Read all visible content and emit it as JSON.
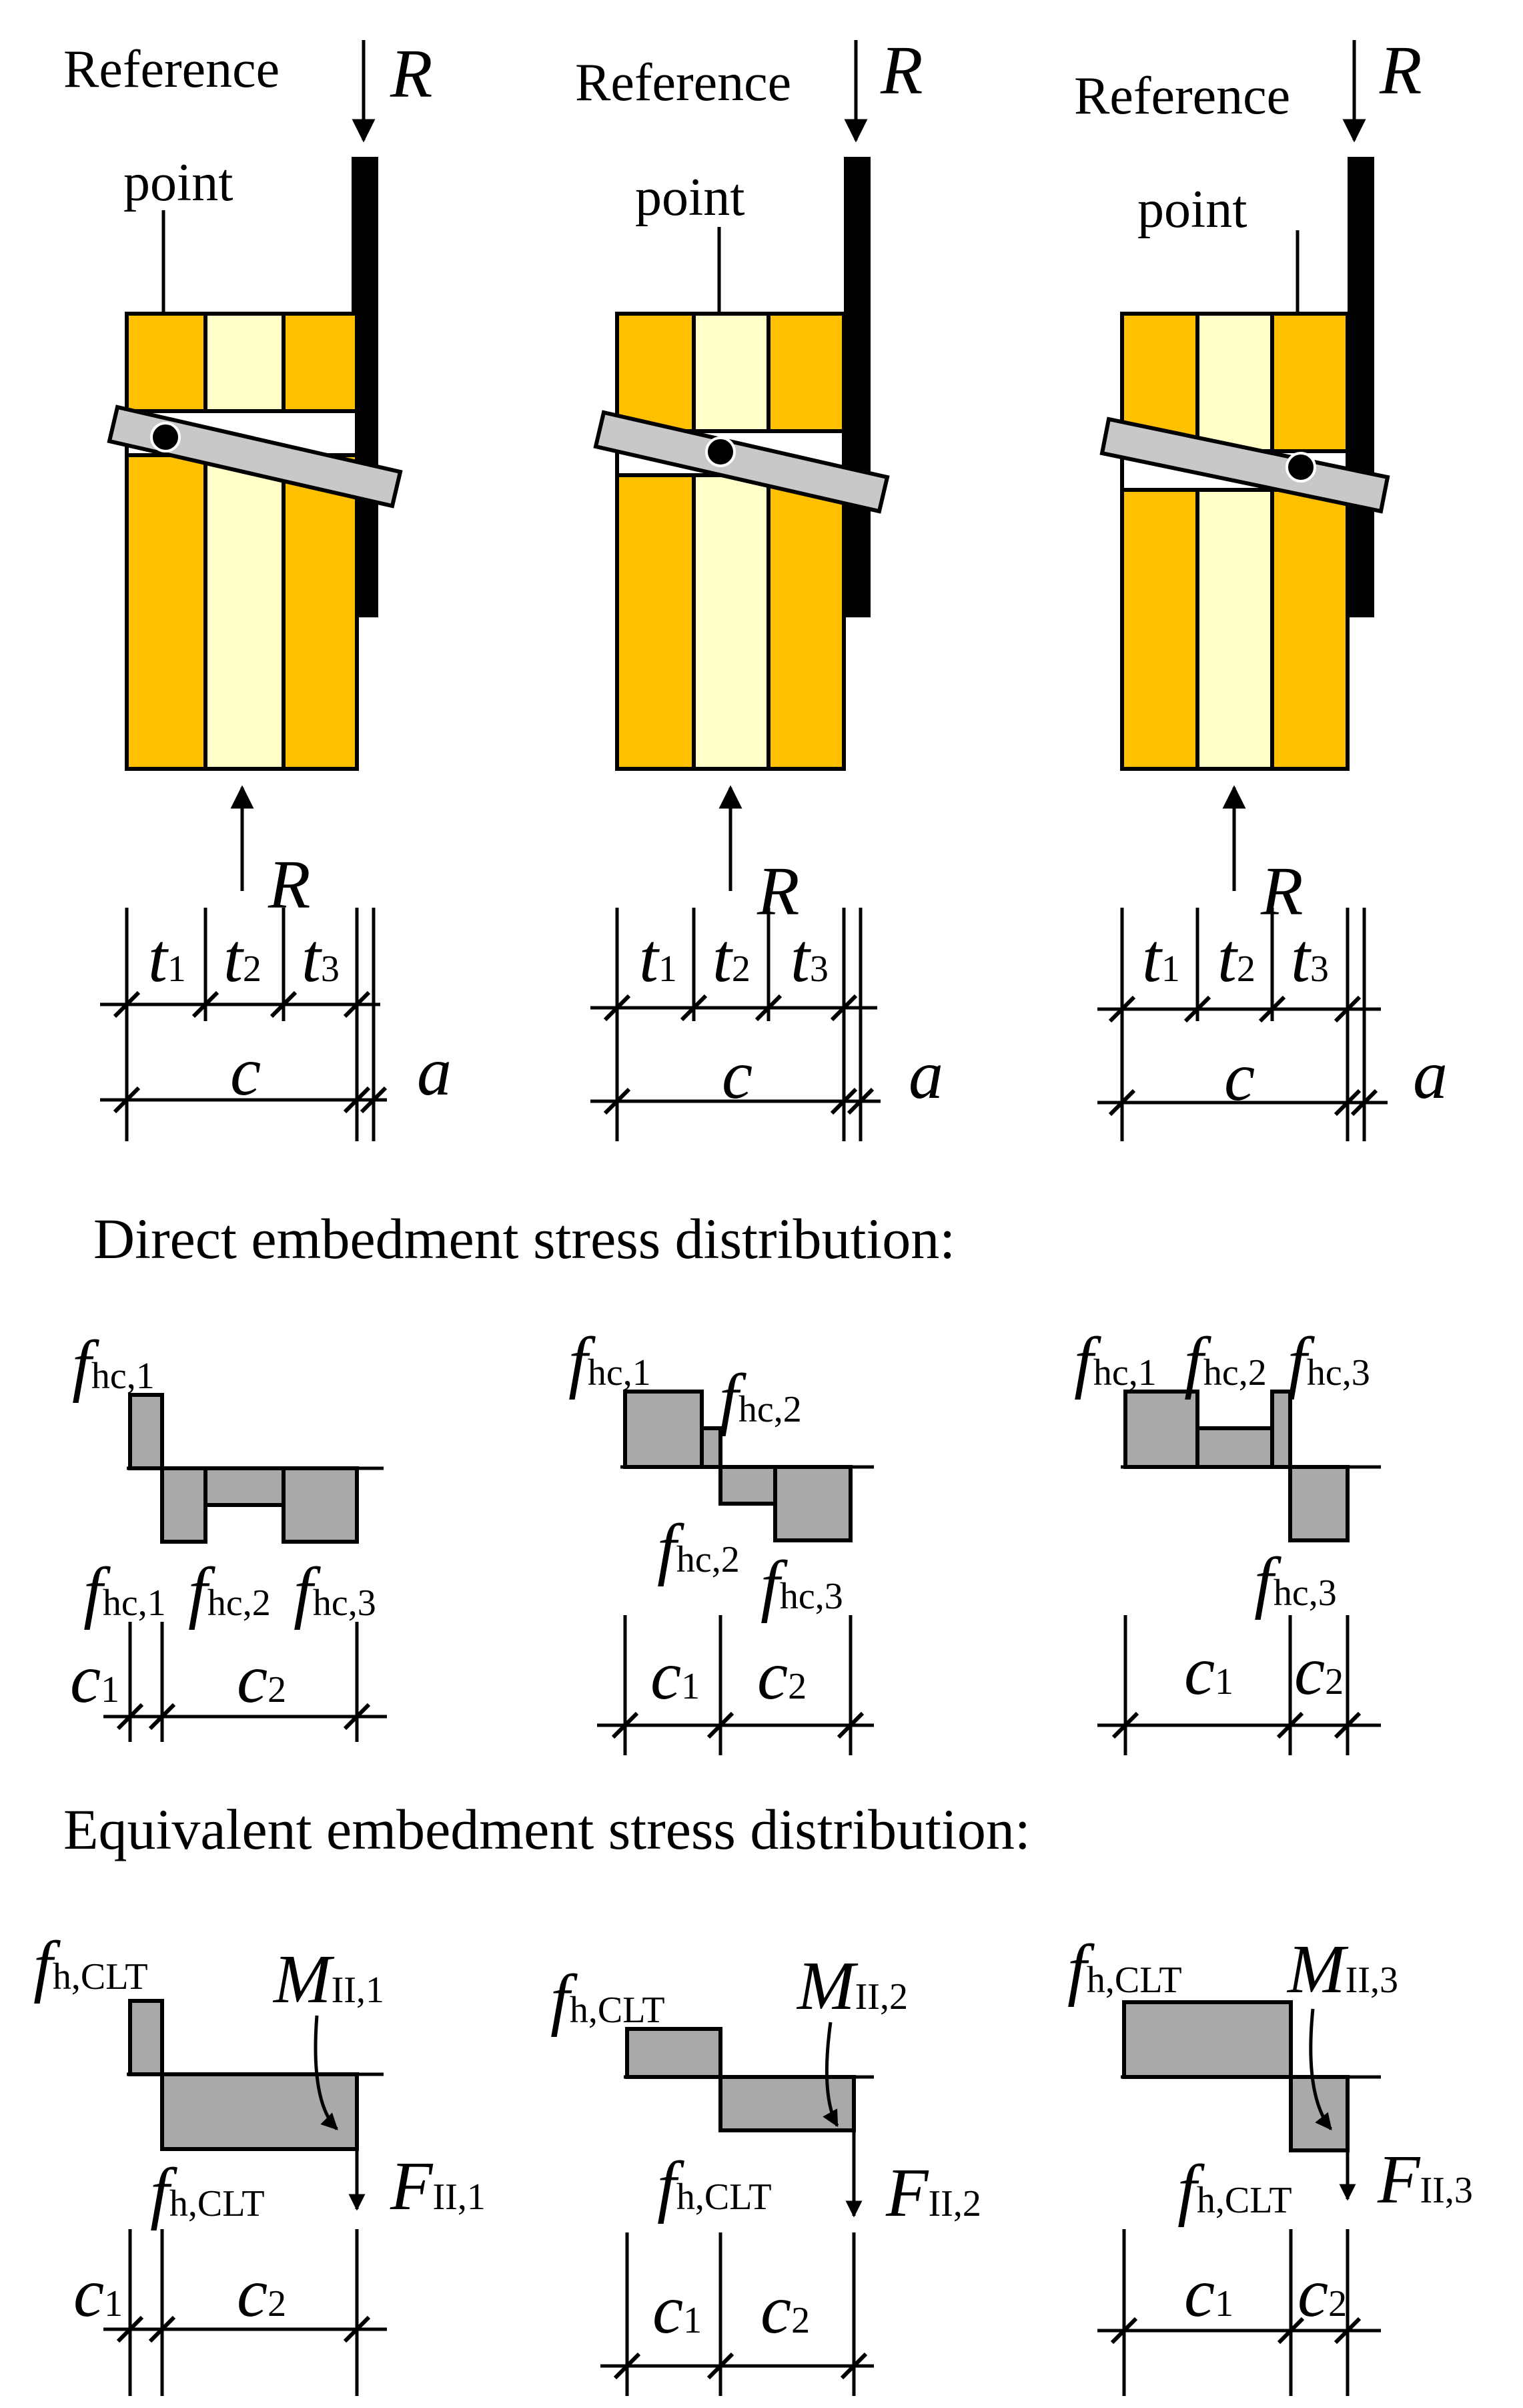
{
  "colors": {
    "outer_layer": "#ffc000",
    "inner_layer": "#ffffc8",
    "fastener": "#c8c8c8",
    "stress_block": "#a9a9a9",
    "steel_plate": "#000000"
  },
  "top": {
    "cases": [
      {
        "reference": "Reference",
        "point": "point",
        "load_top": "R",
        "load_bottom": "R",
        "dims": {
          "t1": "t",
          "t1_sub": "1",
          "t2": "t",
          "t2_sub": "2",
          "t3": "t",
          "t3_sub": "3",
          "c": "c",
          "a": "a"
        }
      },
      {
        "reference": "Reference",
        "point": "point",
        "load_top": "R",
        "load_bottom": "R",
        "dims": {
          "t1": "t",
          "t1_sub": "1",
          "t2": "t",
          "t2_sub": "2",
          "t3": "t",
          "t3_sub": "3",
          "c": "c",
          "a": "a"
        }
      },
      {
        "reference": "Reference",
        "point": "point",
        "load_top": "R",
        "load_bottom": "R",
        "dims": {
          "t1": "t",
          "t1_sub": "1",
          "t2": "t",
          "t2_sub": "2",
          "t3": "t",
          "t3_sub": "3",
          "c": "c",
          "a": "a"
        }
      }
    ]
  },
  "direct": {
    "heading": "Direct embedment stress distribution:",
    "case1": {
      "above": [
        {
          "main": "f",
          "sub": "hc,1"
        }
      ],
      "below": [
        {
          "main": "f",
          "sub": "hc,1"
        },
        {
          "main": "f",
          "sub": "hc,2"
        },
        {
          "main": "f",
          "sub": "hc,3"
        }
      ],
      "dims": {
        "c1": "c",
        "c1_sub": "1",
        "c2": "c",
        "c2_sub": "2"
      }
    },
    "case2": {
      "above": [
        {
          "main": "f",
          "sub": "hc,1"
        },
        {
          "main": "f",
          "sub": "hc,2"
        }
      ],
      "below": [
        {
          "main": "f",
          "sub": "hc,2"
        },
        {
          "main": "f",
          "sub": "hc,3"
        }
      ],
      "dims": {
        "c1": "c",
        "c1_sub": "1",
        "c2": "c",
        "c2_sub": "2"
      }
    },
    "case3": {
      "above": [
        {
          "main": "f",
          "sub": "hc,1"
        },
        {
          "main": "f",
          "sub": "hc,2"
        },
        {
          "main": "f",
          "sub": "hc,3"
        }
      ],
      "below": [
        {
          "main": "f",
          "sub": "hc,3"
        }
      ],
      "dims": {
        "c1": "c",
        "c1_sub": "1",
        "c2": "c",
        "c2_sub": "2"
      }
    }
  },
  "equivalent": {
    "heading": "Equivalent embedment stress distribution:",
    "cases": [
      {
        "f_top": "f",
        "f_top_sub": "h,CLT",
        "moment": "M",
        "moment_sub": "II,1",
        "f_bottom": "f",
        "f_bottom_sub": "h,CLT",
        "force": "F",
        "force_sub": "II,1",
        "c1": "c",
        "c1_sub": "1",
        "c2": "c",
        "c2_sub": "2"
      },
      {
        "f_top": "f",
        "f_top_sub": "h,CLT",
        "moment": "M",
        "moment_sub": "II,2",
        "f_bottom": "f",
        "f_bottom_sub": "h,CLT",
        "force": "F",
        "force_sub": "II,2",
        "c1": "c",
        "c1_sub": "1",
        "c2": "c",
        "c2_sub": "2"
      },
      {
        "f_top": "f",
        "f_top_sub": "h,CLT",
        "moment": "M",
        "moment_sub": "II,3",
        "f_bottom": "f",
        "f_bottom_sub": "h,CLT",
        "force": "F",
        "force_sub": "II,3",
        "c1": "c",
        "c1_sub": "1",
        "c2": "c",
        "c2_sub": "2"
      }
    ]
  }
}
